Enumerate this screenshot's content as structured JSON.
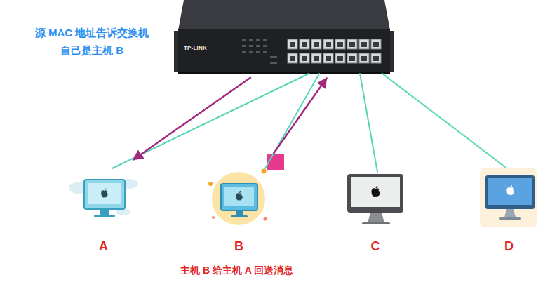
{
  "diagram": {
    "nodes": [
      {
        "text": [
          "TP-LINK"
        ]
      },
      {
        "text": [
          "A"
        ]
      },
      {
        "text": [
          "B"
        ]
      },
      {
        "text": [
          "C"
        ]
      },
      {
        "text": [
          "D"
        ]
      }
    ],
    "edges": [
      {
        "from": 1,
        "to": 0,
        "arrow": "none"
      },
      {
        "from": 2,
        "to": 0,
        "arrow": "none"
      },
      {
        "from": 3,
        "to": 0,
        "arrow": "none"
      },
      {
        "from": 4,
        "to": 0,
        "arrow": "none"
      },
      {
        "from": 0,
        "to": 1,
        "arrow": "to"
      },
      {
        "from": 2,
        "to": 0,
        "arrow": "to"
      }
    ],
    "labels": [
      "源 MAC 地址告诉交换机 自己是主机 B",
      "主机 B 给主机 A 回送消息"
    ]
  }
}
